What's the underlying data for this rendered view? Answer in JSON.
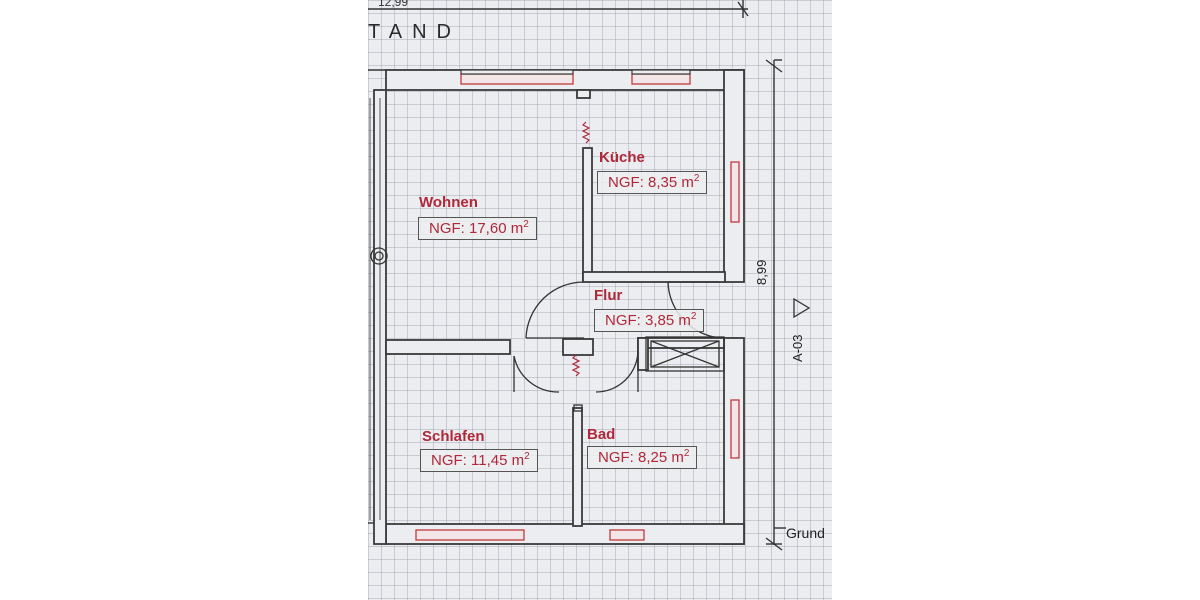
{
  "header": {
    "title_fragment": "TAND",
    "top_dimension": "12,99"
  },
  "rooms": [
    {
      "name": "Wohnen",
      "area_label": "NGF: 17,60 m",
      "unit_sup": "2"
    },
    {
      "name": "Küche",
      "area_label": "NGF: 8,35 m",
      "unit_sup": "2"
    },
    {
      "name": "Flur",
      "area_label": "NGF: 3,85 m",
      "unit_sup": "2"
    },
    {
      "name": "Schlafen",
      "area_label": "NGF: 11,45 m",
      "unit_sup": "2"
    },
    {
      "name": "Bad",
      "area_label": "NGF: 8,25 m",
      "unit_sup": "2"
    }
  ],
  "dimension_side": "8,99",
  "sheet_reference": "A-03",
  "footer_fragment": "Grund",
  "colors": {
    "room_text": "#b0283a",
    "wall": "#3a3a3a",
    "window": "#c0393b",
    "grid": "#969caa"
  },
  "icons": [
    "triangle-marker-icon",
    "socket-icon"
  ]
}
